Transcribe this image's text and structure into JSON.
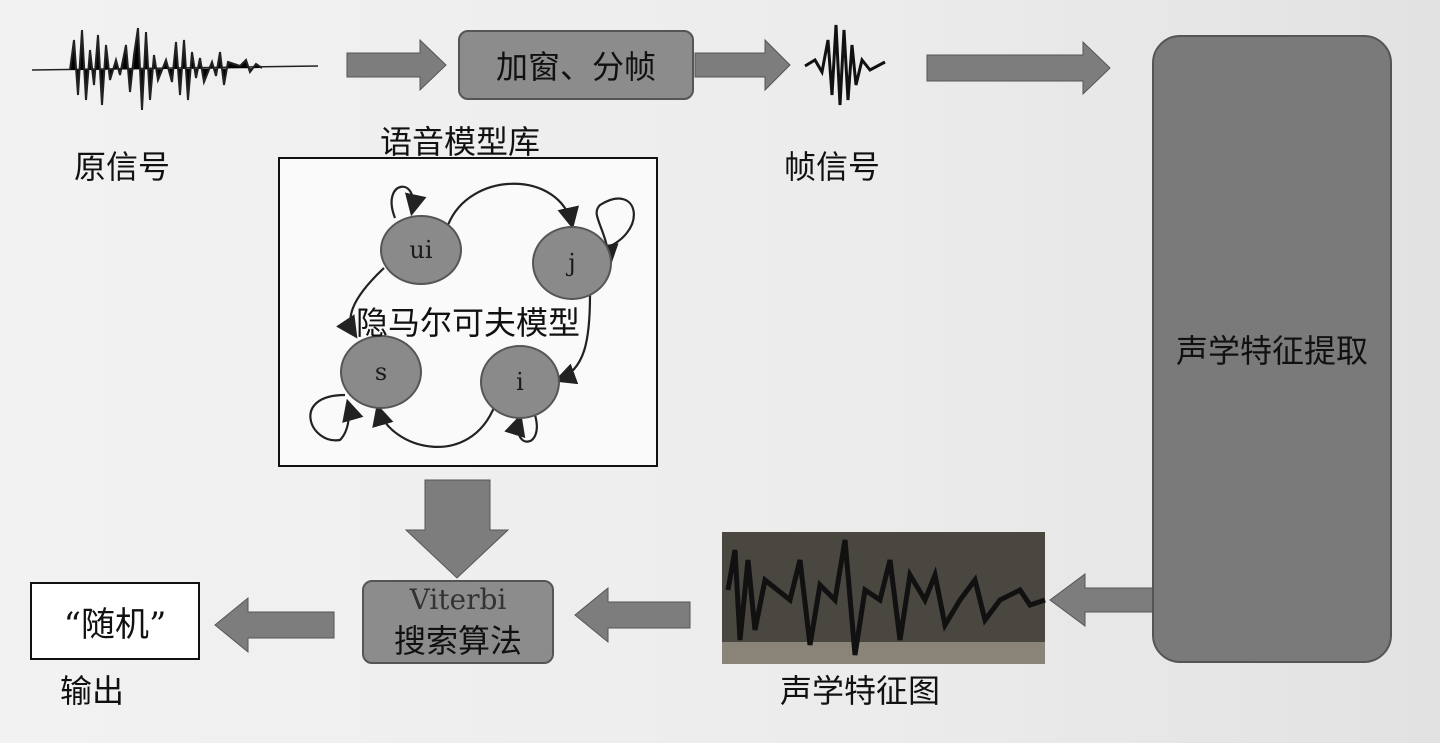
{
  "labels": {
    "original_signal": "原信号",
    "windowing": "加窗、分帧",
    "frame_signal": "帧信号",
    "model_library": "语音模型库",
    "feature_extraction": "声学特征提取",
    "hmm": "隐马尔可夫模型",
    "viterbi_line1": "Viterbi",
    "viterbi_line2": "搜索算法",
    "feature_map": "声学特征图",
    "result": "“随机”",
    "output": "输出"
  },
  "hmm_states": [
    "ui",
    "j",
    "s",
    "i"
  ],
  "colors": {
    "box": "#8c8c8c",
    "arrow": "#7d7d7d",
    "big_box": "#7a7a7a",
    "spectrogram": "#3a3a3a"
  }
}
